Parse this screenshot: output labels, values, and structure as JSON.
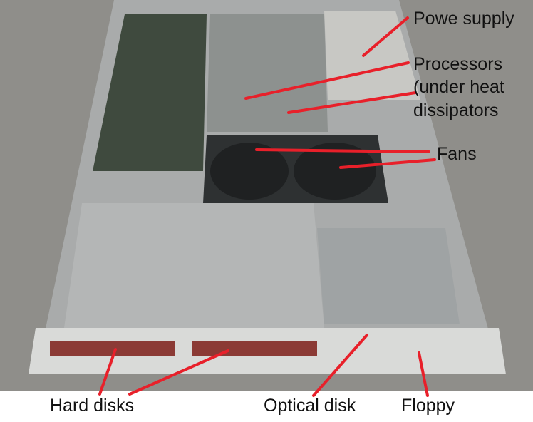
{
  "labels": {
    "power_supply": "Powe supply",
    "processors_1": "Processors",
    "processors_2": "(under heat",
    "processors_3": "dissipators",
    "fans": "Fans",
    "hard_disks": "Hard disks",
    "optical_disk": "Optical disk",
    "floppy": "Floppy"
  },
  "colors": {
    "pointer": "#e8202a",
    "background": "#8d8d8a",
    "chassis": "#b9bcbd"
  }
}
